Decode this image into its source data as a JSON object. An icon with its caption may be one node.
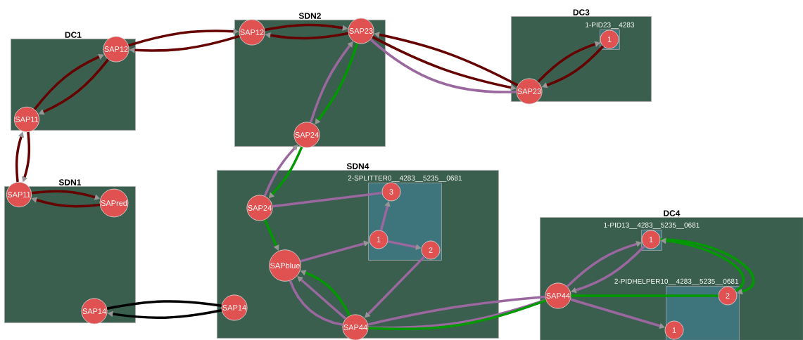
{
  "diagram": {
    "nodes": [
      {
        "text": [
          "DC1"
        ]
      },
      {
        "text": [
          "SAP12"
        ],
        "in": 0
      },
      {
        "text": [
          "SAP11"
        ],
        "in": 0
      },
      {
        "text": [
          "SDN2"
        ]
      },
      {
        "text": [
          "SAP12"
        ],
        "in": 3
      },
      {
        "text": [
          "SAP23"
        ],
        "in": 3
      },
      {
        "text": [
          "SAP24"
        ],
        "in": 3
      },
      {
        "text": [
          "DC3"
        ]
      },
      {
        "text": [
          "1-PID23__4283"
        ],
        "in": 7
      },
      {
        "text": [
          "1"
        ],
        "in": 8
      },
      {
        "text": [
          "SAP23"
        ],
        "in": 7
      },
      {
        "text": [
          "SDN1"
        ]
      },
      {
        "text": [
          "SAP11"
        ],
        "in": 11
      },
      {
        "text": [
          "SAPred"
        ],
        "in": 11
      },
      {
        "text": [
          "SAP14"
        ],
        "in": 11
      },
      {
        "text": [
          "SDN4"
        ]
      },
      {
        "text": [
          "2-SPLITTER0__4283__5235__0681"
        ],
        "in": 15
      },
      {
        "text": [
          "3"
        ],
        "in": 16
      },
      {
        "text": [
          "1"
        ],
        "in": 16
      },
      {
        "text": [
          "2"
        ],
        "in": 16
      },
      {
        "text": [
          "SAP24"
        ],
        "in": 15
      },
      {
        "text": [
          "SAPblue"
        ],
        "in": 15
      },
      {
        "text": [
          "SAP14"
        ],
        "in": 15
      },
      {
        "text": [
          "SAP44"
        ],
        "in": 15
      },
      {
        "text": [
          "DC4"
        ]
      },
      {
        "text": [
          "1-PID13__4283__5235__0681"
        ],
        "in": 24
      },
      {
        "text": [
          "1"
        ],
        "in": 25
      },
      {
        "text": [
          "2-PIDHELPER10__4283__5235__0681"
        ],
        "in": 24
      },
      {
        "text": [
          "2"
        ],
        "in": 27
      },
      {
        "text": [
          "1"
        ],
        "in": 27
      },
      {
        "text": [
          "SAP44"
        ],
        "in": 24
      }
    ],
    "edges": [
      {
        "from": 2,
        "to": 1,
        "arrow": "to",
        "color": "#660000"
      },
      {
        "from": 1,
        "to": 2,
        "arrow": "to",
        "color": "#660000"
      },
      {
        "from": 1,
        "to": 4,
        "arrow": "to",
        "color": "#660000"
      },
      {
        "from": 4,
        "to": 1,
        "arrow": "to",
        "color": "#660000"
      },
      {
        "from": 4,
        "to": 5,
        "arrow": "to",
        "color": "#660000"
      },
      {
        "from": 5,
        "to": 4,
        "arrow": "to",
        "color": "#660000"
      },
      {
        "from": 5,
        "to": 10,
        "arrow": "to",
        "color": "#660000"
      },
      {
        "from": 10,
        "to": 5,
        "arrow": "to",
        "color": "#660000"
      },
      {
        "from": 5,
        "to": 10,
        "arrow": "none",
        "color": "#9b679f"
      },
      {
        "from": 10,
        "to": 9,
        "arrow": "to",
        "color": "#660000"
      },
      {
        "from": 9,
        "to": 10,
        "arrow": "to",
        "color": "#660000"
      },
      {
        "from": 6,
        "to": 5,
        "arrow": "to",
        "color": "#9b679f"
      },
      {
        "from": 5,
        "to": 6,
        "arrow": "to",
        "color": "#009900"
      },
      {
        "from": 2,
        "to": 12,
        "arrow": "to",
        "color": "#660000"
      },
      {
        "from": 12,
        "to": 2,
        "arrow": "to",
        "color": "#660000"
      },
      {
        "from": 12,
        "to": 13,
        "arrow": "to",
        "color": "#660000"
      },
      {
        "from": 13,
        "to": 12,
        "arrow": "to",
        "color": "#660000"
      },
      {
        "from": 22,
        "to": 14,
        "arrow": "to",
        "color": "#000000"
      },
      {
        "from": 14,
        "to": 22,
        "arrow": "none",
        "color": "#000000"
      },
      {
        "from": 20,
        "to": 6,
        "arrow": "to",
        "color": "#9b679f"
      },
      {
        "from": 6,
        "to": 20,
        "arrow": "to",
        "color": "#009900"
      },
      {
        "from": 20,
        "to": 17,
        "arrow": "none",
        "color": "#9b679f"
      },
      {
        "from": 20,
        "to": 21,
        "arrow": "to",
        "color": "#009900"
      },
      {
        "from": 21,
        "to": 18,
        "arrow": "to",
        "color": "#9b679f"
      },
      {
        "from": 18,
        "to": 17,
        "arrow": "to",
        "color": "#9b679f"
      },
      {
        "from": 18,
        "to": 19,
        "arrow": "to",
        "color": "#9b679f"
      },
      {
        "from": 19,
        "to": 23,
        "arrow": "to",
        "color": "#9b679f"
      },
      {
        "from": 21,
        "to": 23,
        "arrow": "none",
        "color": "#9b679f"
      },
      {
        "from": 23,
        "to": 21,
        "arrow": "to",
        "color": "#9b679f"
      },
      {
        "from": 23,
        "to": 21,
        "arrow": "to",
        "color": "#009900"
      },
      {
        "from": 23,
        "to": 30,
        "arrow": "none",
        "color": "#9b679f"
      },
      {
        "from": 30,
        "to": 23,
        "arrow": "none",
        "color": "#9b679f"
      },
      {
        "from": 23,
        "to": 30,
        "arrow": "none",
        "color": "#009900"
      },
      {
        "from": 26,
        "to": 30,
        "arrow": "to",
        "color": "#9b679f"
      },
      {
        "from": 30,
        "to": 26,
        "arrow": "to",
        "color": "#9b679f"
      },
      {
        "from": 26,
        "to": 28,
        "arrow": "to",
        "color": "#009900"
      },
      {
        "from": 28,
        "to": 26,
        "arrow": "to",
        "color": "#009900"
      },
      {
        "from": 28,
        "to": 30,
        "arrow": "none",
        "color": "#009900"
      },
      {
        "from": 30,
        "to": 29,
        "arrow": "to",
        "color": "#9b679f"
      }
    ]
  }
}
